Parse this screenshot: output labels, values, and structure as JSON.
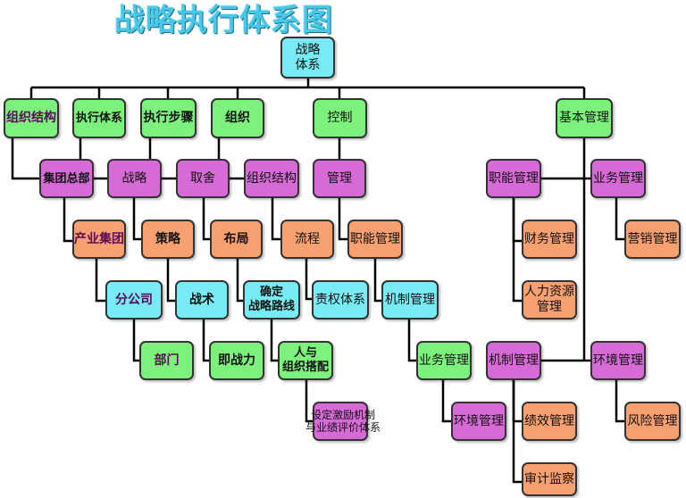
{
  "title": "战略执行体系图",
  "root": "战略\n体系",
  "level1": {
    "org_structure": "组织结构",
    "exec_system": "执行体系",
    "exec_steps": "执行步骤",
    "organization": "组织",
    "control": "控制",
    "basic_mgmt": "基本管理"
  },
  "col1": {
    "hq": "集团总部",
    "industry_group": "产业集团",
    "branch": "分公司",
    "dept": "部门"
  },
  "col2": {
    "strategy": "战略",
    "tactic": "策略",
    "warfare": "战术",
    "combat": "即战力"
  },
  "col3": {
    "choice": "取舍",
    "layout": "布局",
    "route": "确定\n战略路线",
    "people_org": "人与\n组织搭配"
  },
  "col4": {
    "org_structure": "组织结构",
    "process": "流程",
    "authority": "责权体系"
  },
  "col5": {
    "mgmt": "管理",
    "func_mgmt": "职能管理",
    "mechanism": "机制管理",
    "business": "业务管理",
    "environment": "环境管理"
  },
  "incentive_note": "设定激励机制\n与业绩评价体系",
  "basic": {
    "func_mgmt": "职能管理",
    "business_mgmt": "业务管理",
    "finance": "财务管理",
    "hr": "人力资源\n管理",
    "sales": "营销管理",
    "mechanism": "机制管理",
    "environment": "环境管理",
    "performance": "绩效管理",
    "audit": "审计监察",
    "risk": "风险管理"
  },
  "colors": {
    "green": "#7cf27c",
    "purple": "#d86ad8",
    "orange": "#f8a070",
    "cyan": "#78ecf4",
    "title": "#48c8e8"
  }
}
